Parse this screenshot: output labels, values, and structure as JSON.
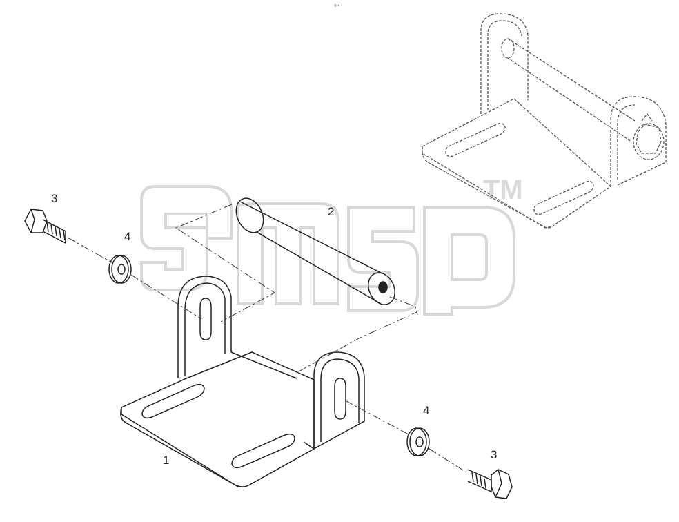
{
  "header_mark": "®™",
  "callouts": {
    "bracket": "1",
    "roller": "2",
    "bolt_left": "3",
    "washer_left": "4",
    "washer_right": "4",
    "bolt_right": "3"
  },
  "watermark": {
    "text": "TM",
    "color": "#c8c8c8"
  },
  "colors": {
    "line": "#222222",
    "dash": "#444444"
  }
}
